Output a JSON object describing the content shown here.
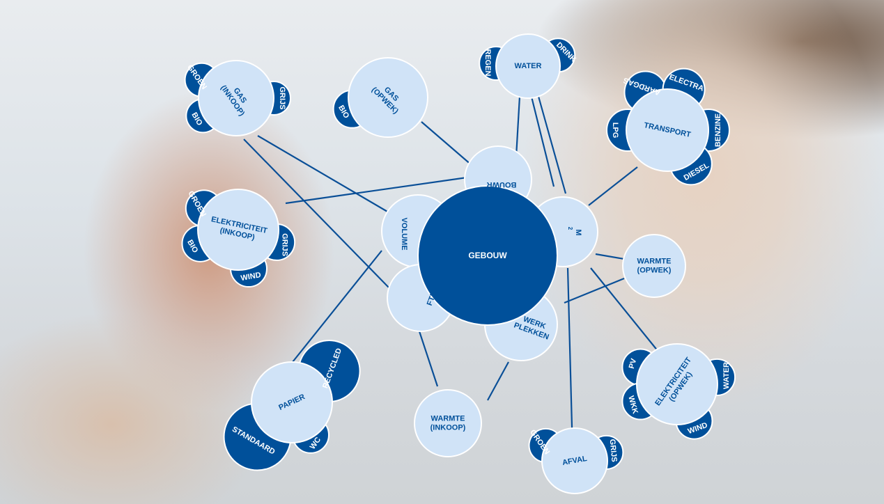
{
  "colors": {
    "dark": "#00509a",
    "light": "#d0e3f7",
    "line": "#0a4f97",
    "stroke": "#ffffff"
  },
  "center": {
    "label": "GEBOUW"
  },
  "hubs": {
    "bouwr": "BOUWR",
    "m2": "M",
    "m2_sup": "2",
    "volume": "VOLUME",
    "fte": "FTE",
    "werkplekken": [
      "WERK",
      "PLEKKEN"
    ]
  },
  "clusters": {
    "water": {
      "label": [
        "WATER"
      ],
      "petals": [
        "REGEN",
        "DRINK"
      ]
    },
    "gas_opwek": {
      "label": [
        "GAS",
        "(OPWEK)"
      ],
      "petals": [
        "BIO"
      ]
    },
    "gas_inkoop": {
      "label": [
        "GAS",
        "(INKOOP)"
      ],
      "petals": [
        "GROEN",
        "BIO",
        "GRIJS"
      ]
    },
    "transport": {
      "label": [
        "TRANSPORT"
      ],
      "petals": [
        "AARDGAS",
        "ELECTRA",
        "LPG",
        "BENZINE",
        "DIESEL"
      ]
    },
    "elek_inkoop": {
      "label": [
        "ELEKTRICITEIT",
        "(INKOOP)"
      ],
      "petals": [
        "GROEN",
        "GRIJS",
        "BIO",
        "WIND"
      ]
    },
    "warmte_opwek": {
      "label": [
        "WARMTE",
        "(OPWEK)"
      ],
      "petals": []
    },
    "papier": {
      "label": [
        "PAPIER"
      ],
      "petals": [
        "RECYCLED",
        "STANDAARD",
        "WC"
      ]
    },
    "warmte_inkoop": {
      "label": [
        "WARMTE",
        "(INKOOP)"
      ],
      "petals": []
    },
    "afval": {
      "label": [
        "AFVAL"
      ],
      "petals": [
        "GROEN",
        "GRIJS"
      ]
    },
    "elek_opwek": {
      "label": [
        "ELEKTRICITEIT",
        "(OPWEK)"
      ],
      "petals": [
        "PV",
        "WKK",
        "WATER",
        "WIND"
      ]
    }
  }
}
